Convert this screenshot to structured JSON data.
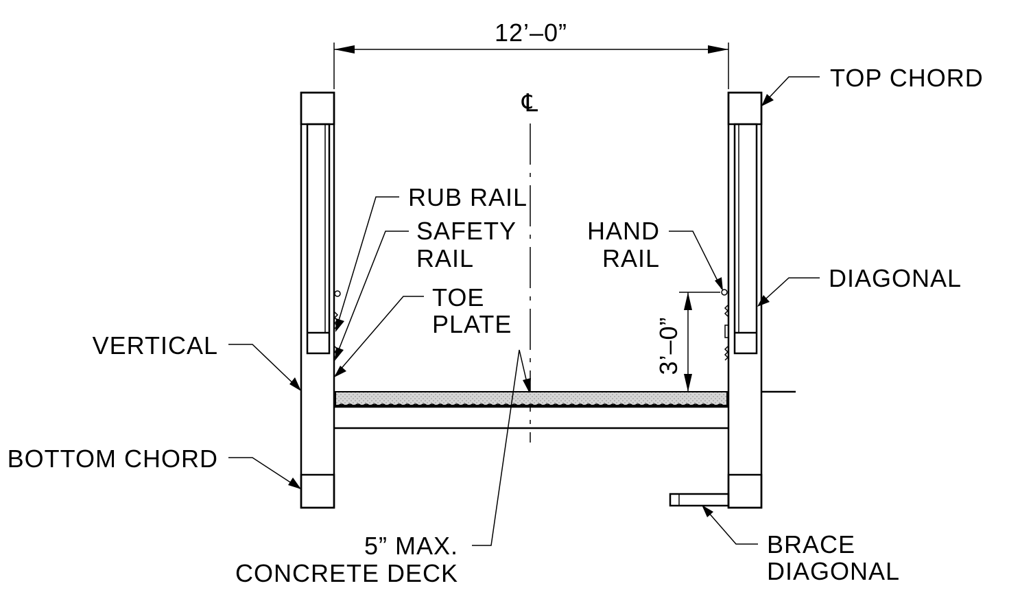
{
  "title": "",
  "dimensions": {
    "width_label": "12’–0”",
    "height_label": "3’–0”"
  },
  "centerline_symbol": "℄",
  "labels": {
    "top_chord": "TOP CHORD",
    "diagonal": "DIAGONAL",
    "rub_rail": "RUB RAIL",
    "safety_rail_line1": "SAFETY",
    "safety_rail_line2": "RAIL",
    "toe_plate_line1": "TOE",
    "toe_plate_line2": "PLATE",
    "hand_rail_line1": "HAND",
    "hand_rail_line2": "RAIL",
    "vertical": "VERTICAL",
    "bottom_chord": "BOTTOM CHORD",
    "deck_line1": "5” MAX.",
    "deck_line2": "CONCRETE DECK",
    "brace_line1": "BRACE",
    "brace_line2": "DIAGONAL"
  },
  "colors": {
    "ink": "#000000",
    "deck_fill": "#c8c8c8",
    "background": "#ffffff"
  }
}
